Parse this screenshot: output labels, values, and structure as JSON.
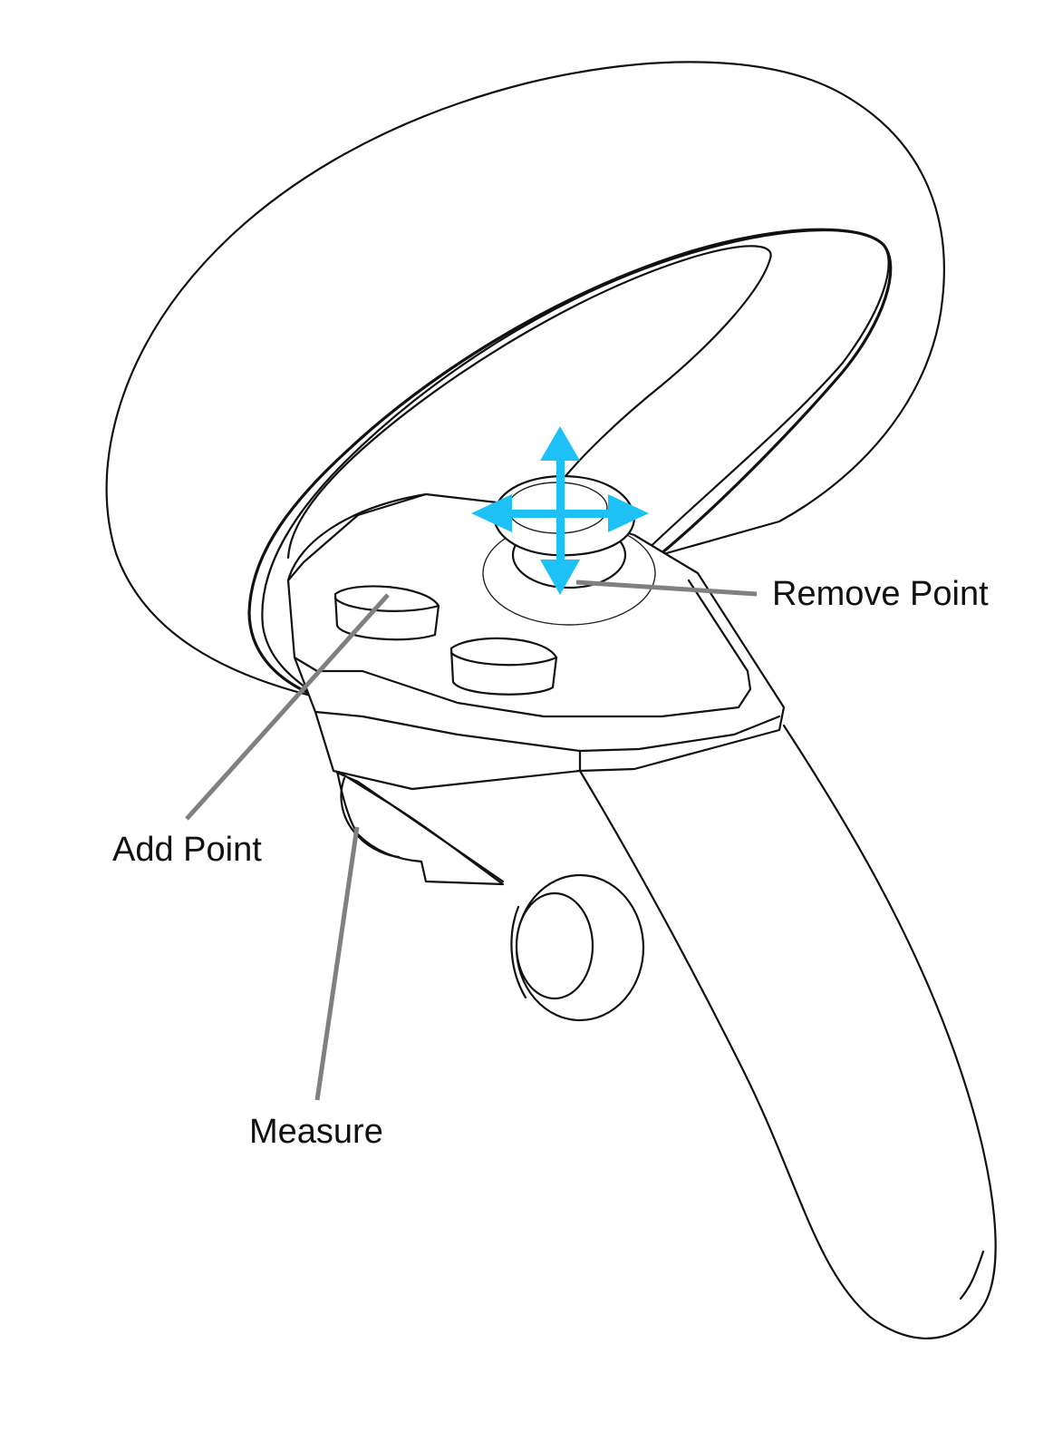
{
  "labels": {
    "remove_point": "Remove Point",
    "add_point": "Add Point",
    "measure": "Measure"
  },
  "colors": {
    "arrow": "#1ec1f5",
    "leader": "#808080",
    "outline": "#111111"
  },
  "icons": {
    "direction_arrows": "four-way-arrows-icon"
  }
}
